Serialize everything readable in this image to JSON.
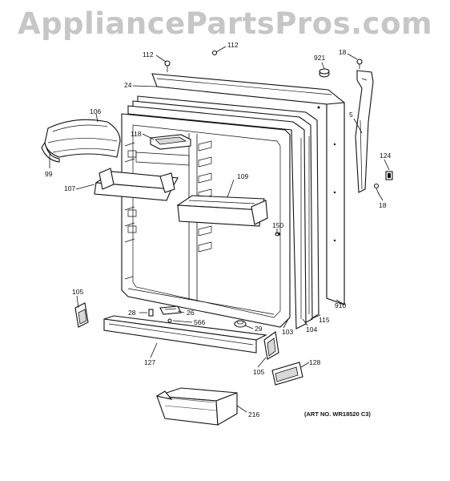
{
  "watermark": "AppliancePartsPros.com",
  "art_no": "(ART NO. WR18520 C3)",
  "labels": {
    "112a": "112",
    "112b": "112",
    "921": "921",
    "18a": "18",
    "24": "24",
    "106": "106",
    "5": "5",
    "118": "118",
    "124": "124",
    "99": "99",
    "109": "109",
    "107": "107",
    "18b": "18",
    "150": "150",
    "105a": "105",
    "910": "910",
    "28": "28",
    "26": "26",
    "566": "566",
    "115": "115",
    "29": "29",
    "103": "103",
    "104": "104",
    "127": "127",
    "105b": "105",
    "128": "128",
    "216": "216"
  }
}
